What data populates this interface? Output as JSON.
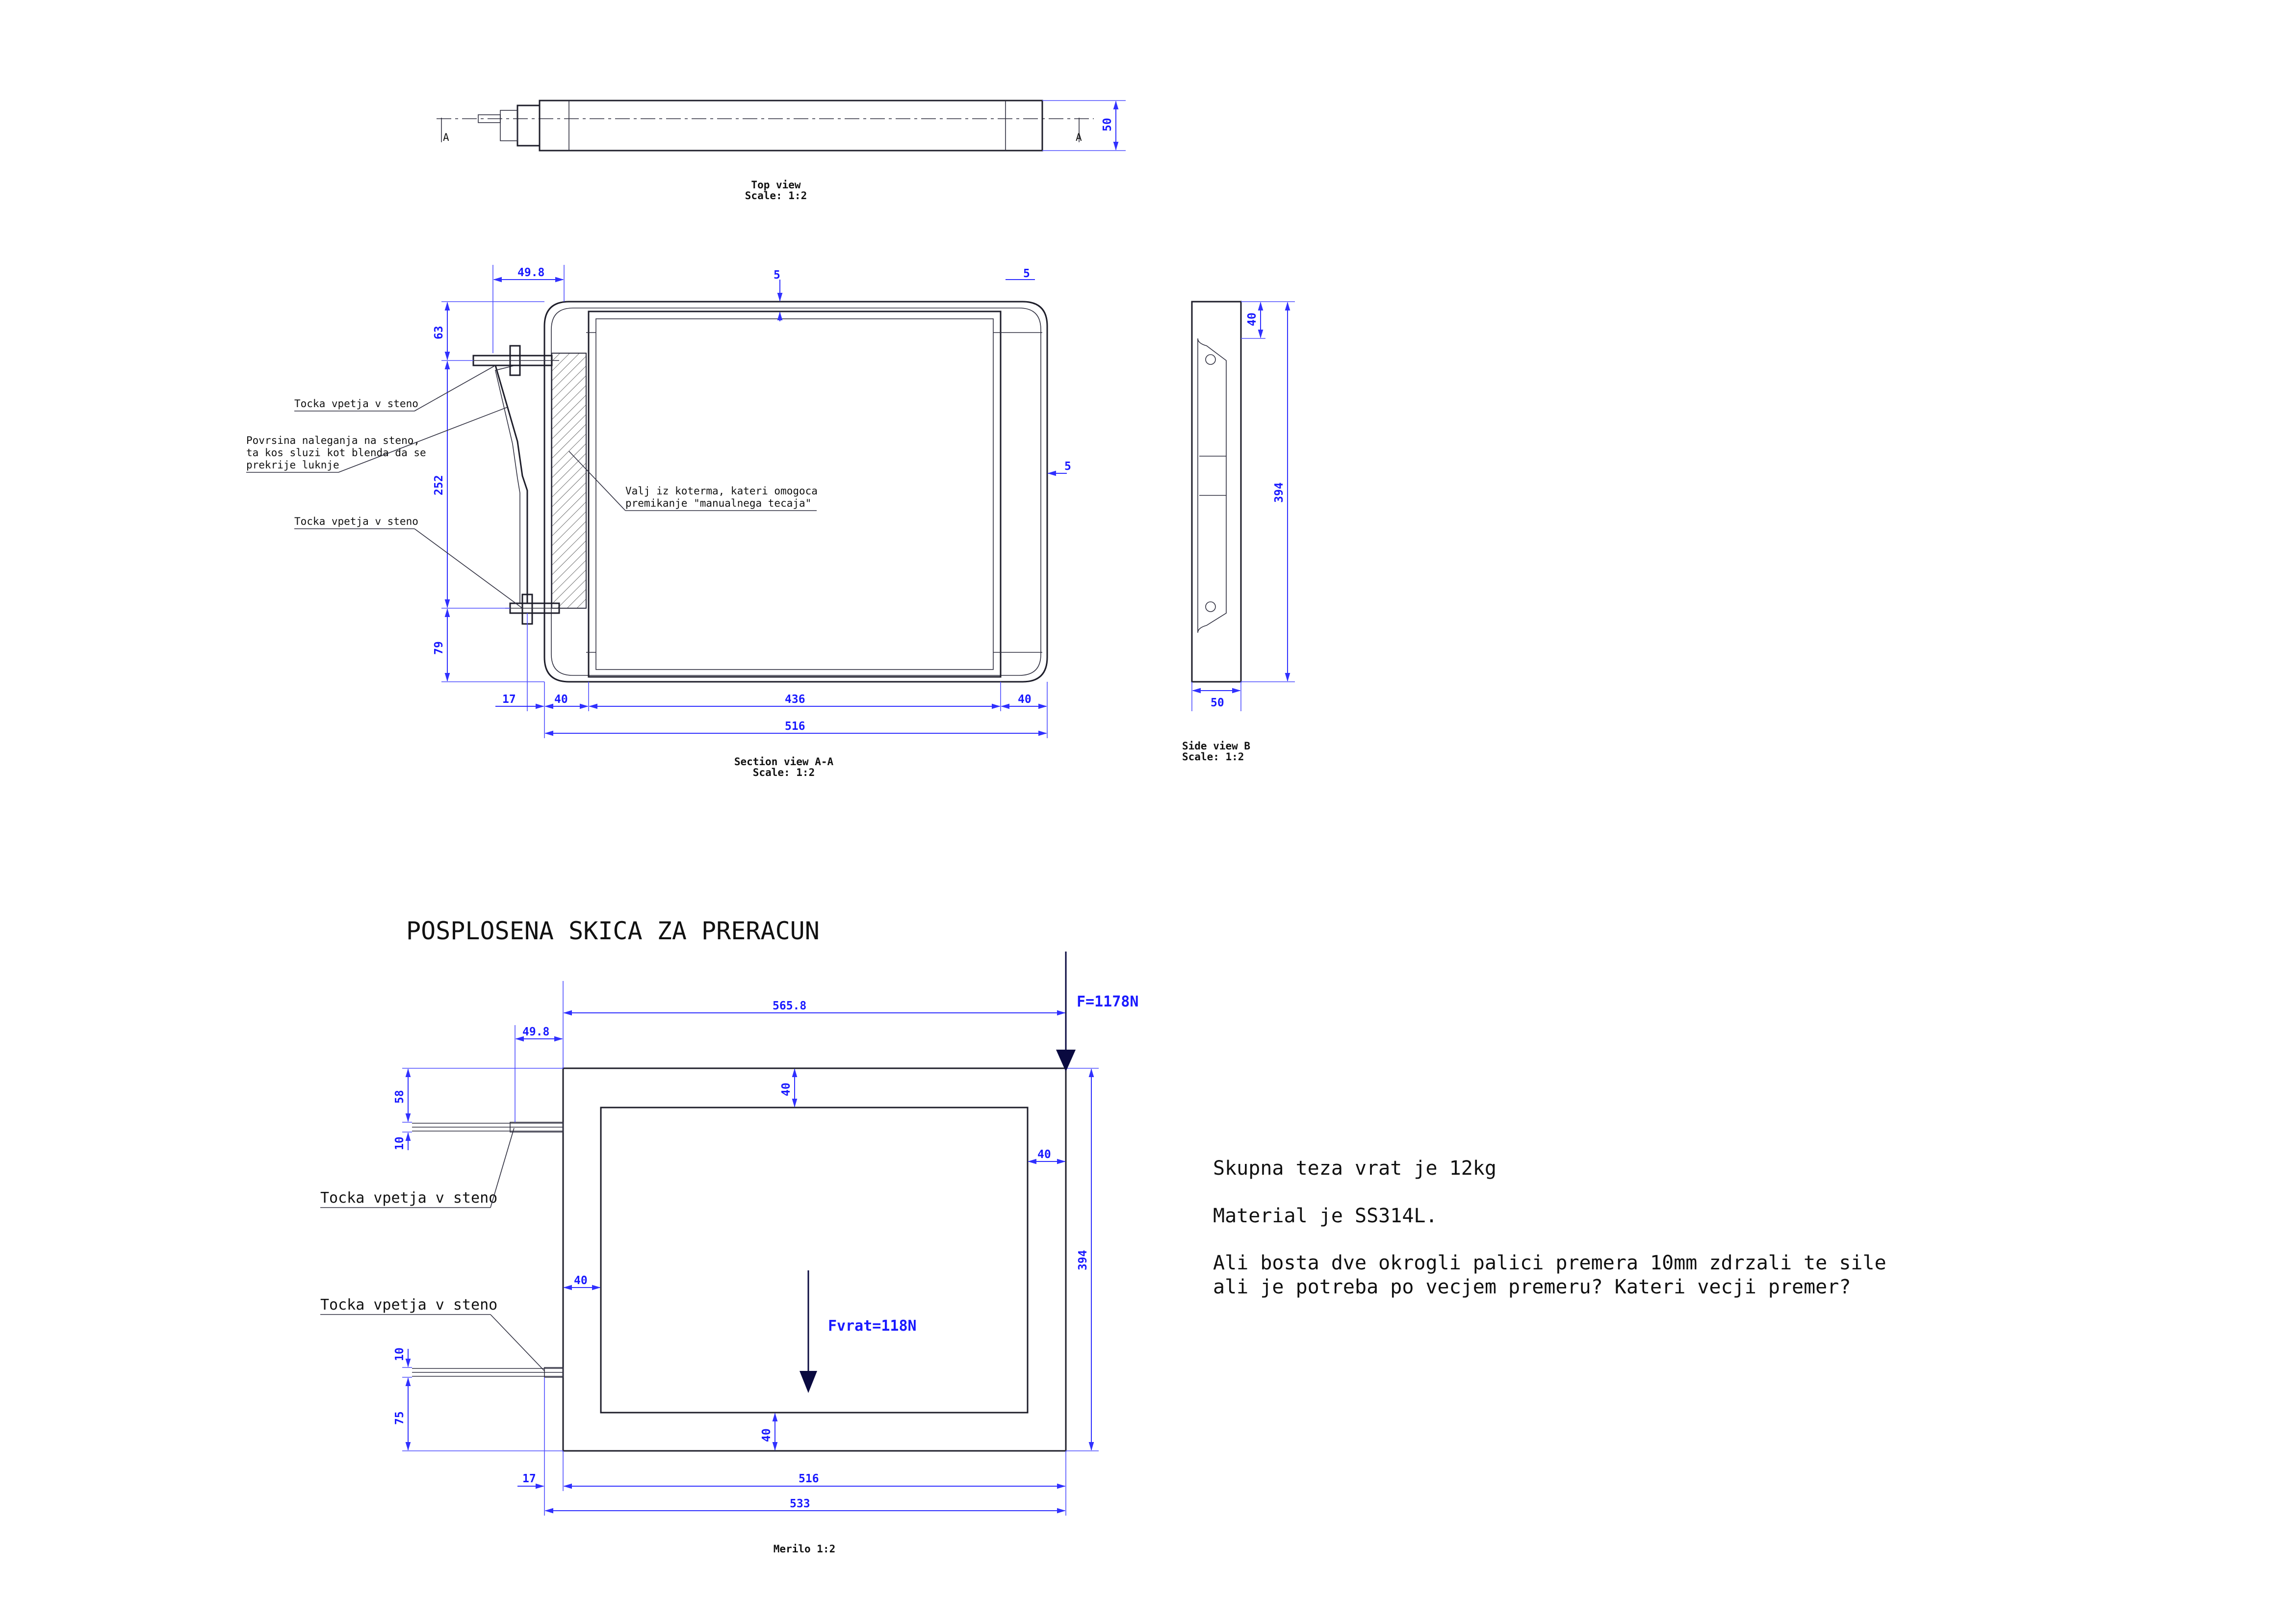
{
  "top_view": {
    "title": "Top view",
    "scale": "Scale:  1:2",
    "section_mark": "A",
    "dim_thickness": "50"
  },
  "section_view": {
    "title": "Section view A-A",
    "scale": "Scale:  1:2",
    "dims": {
      "offset_top": "49.8",
      "wall_top": "5",
      "wall_top_right": "5",
      "wall_right": "5",
      "h_top": "63",
      "h_mid": "252",
      "h_bottom": "79",
      "w_17": "17",
      "w_40_left": "40",
      "w_436": "436",
      "w_40_right": "40",
      "w_516": "516"
    },
    "notes": {
      "hinge_point_1": "Tocka vpetja v steno",
      "surface_line1": "Povrsina naleganja na steno,",
      "surface_line2": "ta kos sluzi kot blenda da se",
      "surface_line3": "prekrije luknje",
      "hinge_point_2": "Tocka vpetja v steno",
      "roller_line1": "Valj iz koterma, kateri omogoca",
      "roller_line2": "premikanje \"manualnega tecaja\""
    }
  },
  "side_view": {
    "title": "Side view B",
    "scale": "Scale:  1:2",
    "dims": {
      "top": "40",
      "height": "394",
      "width": "50"
    }
  },
  "simplified": {
    "heading": "POSPLOSENA SKICA ZA PRERACUN",
    "force_top": "F=1178N",
    "force_door": "Fvrat=118N",
    "hinge_top": "Tocka vpetja v steno",
    "hinge_bottom": "Tocka vpetja v steno",
    "scale": "Merilo 1:2",
    "dims": {
      "overall_top": "565.8",
      "offset_top": "49.8",
      "frame_top": "40",
      "frame_right": "40",
      "frame_left": "40",
      "frame_bottom": "40",
      "h_58": "58",
      "h_10_top": "10",
      "h_10_bottom": "10",
      "h_75": "75",
      "height": "394",
      "w_17": "17",
      "w_516": "516",
      "w_533": "533"
    }
  },
  "notes_text": {
    "line1": "Skupna teza vrat je 12kg",
    "line2": "Material je SS314L.",
    "line3": "Ali bosta dve okrogli palici premera 10mm zdrzali te sile",
    "line4": "ali je potreba po vecjem premeru? Kateri vecji premer?"
  }
}
